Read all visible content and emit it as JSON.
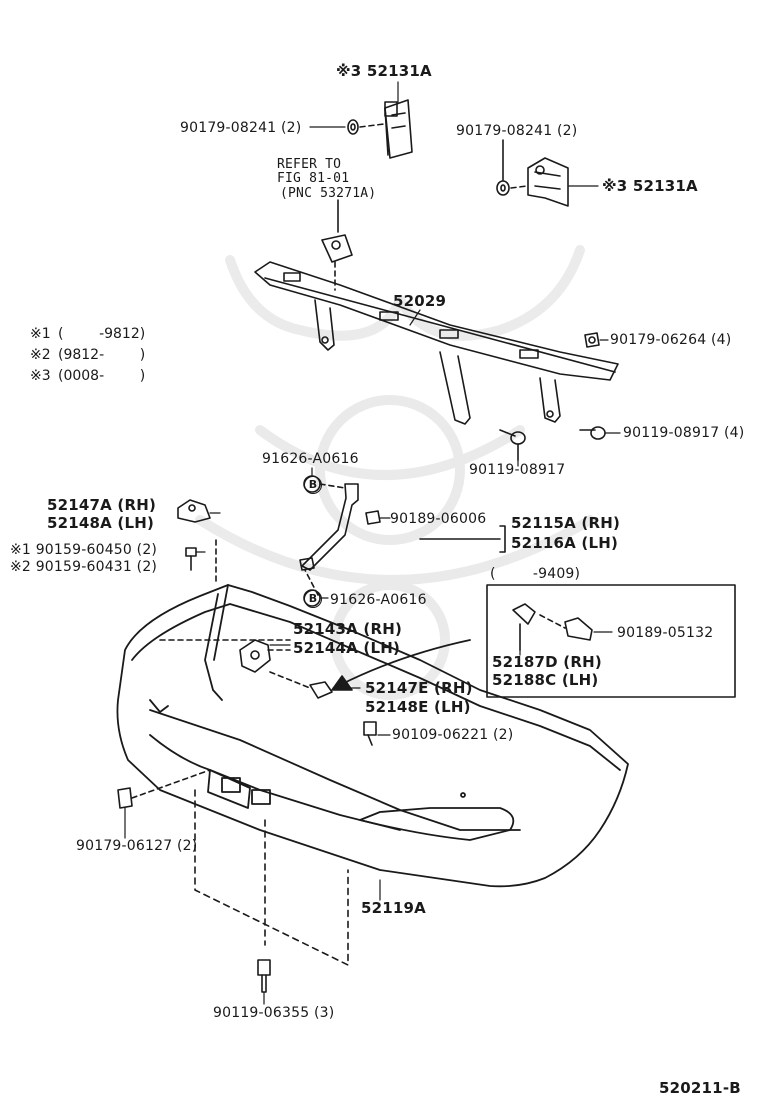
{
  "diagram": {
    "figure_code": "520211-B",
    "notes": [
      {
        "mark": "※1",
        "range": "(        -9812)"
      },
      {
        "mark": "※2",
        "range": "(9812-        )"
      },
      {
        "mark": "※3",
        "range": "(0008-        )"
      }
    ],
    "refer_note": [
      "REFER TO",
      "FIG 81-01",
      "(PNC 53271A)"
    ],
    "bracket_inset_range": "(        -9409)",
    "parts": {
      "p52131A_top": "※3 52131A",
      "p52131A_right": "※3 52131A",
      "p90179_08241_left": "90179-08241 (2)",
      "p90179_08241_right": "90179-08241 (2)",
      "p52029": "52029",
      "p90179_06264": "90179-06264 (4)",
      "p90119_08917_right": "90119-08917 (4)",
      "p90119_08917": "90119-08917",
      "p91626_A0616_top": "91626-A0616",
      "p91626_A0616_bottom": "91626-A0616",
      "p52147A": "52147A (RH)",
      "p52148A": "52148A (LH)",
      "p90159_60450": "※1 90159-60450 (2)",
      "p90159_60431": "※2 90159-60431 (2)",
      "p90189_06006": "90189-06006",
      "p52115A": "52115A (RH)",
      "p52116A": "52116A (LH)",
      "p52143A": "52143A (RH)",
      "p52144A": "52144A (LH)",
      "p52147E": "52147E (RH)",
      "p52148E": "52148E (LH)",
      "p90189_05132": "90189-05132",
      "p52187D": "52187D (RH)",
      "p52188C": "52188C (LH)",
      "p90109_06221": "90109-06221 (2)",
      "p90179_06127": "90179-06127 (2)",
      "p52119A": "52119A",
      "p90119_06355": "90119-06355 (3)",
      "b_marker": "B"
    }
  }
}
